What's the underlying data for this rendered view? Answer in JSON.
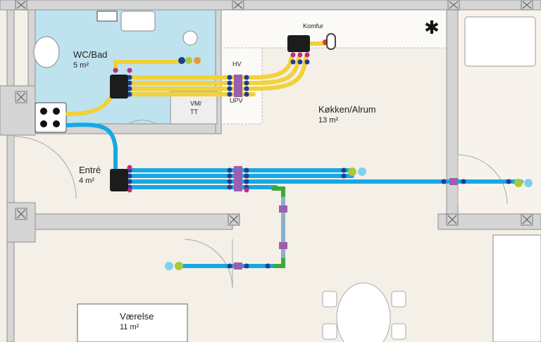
{
  "rooms": {
    "wc": {
      "name": "WC/Bad",
      "area": "5 m²"
    },
    "kitchen": {
      "name": "Køkken/Alrum",
      "area": "13 m²"
    },
    "entry": {
      "name": "Entré",
      "area": "4 m²"
    },
    "bedroom": {
      "name": "Værelse",
      "area": "11 m²"
    }
  },
  "labels": {
    "komfur": "Komfur",
    "hv": "HV",
    "upv": "UPV",
    "vm": "VM/",
    "tt": "TT"
  },
  "colors": {
    "hot_pipe": "#f2d13a",
    "cold_pipe": "#17a8e4",
    "manifold": "#1c1c1c",
    "fitting_blue": "#1d3f8f",
    "fitting_magenta": "#c2288a",
    "coupling": "#9b5fb0",
    "green_elbow": "#3aaa35",
    "wet_room": "#bfe3ee",
    "floor": "#f4efe7",
    "wall": "#c9c9c9"
  },
  "icons": [
    "snowflake-icon",
    "stove-icon",
    "toilet-icon",
    "sink-icon",
    "manifold-icon",
    "wall-column-icon"
  ]
}
